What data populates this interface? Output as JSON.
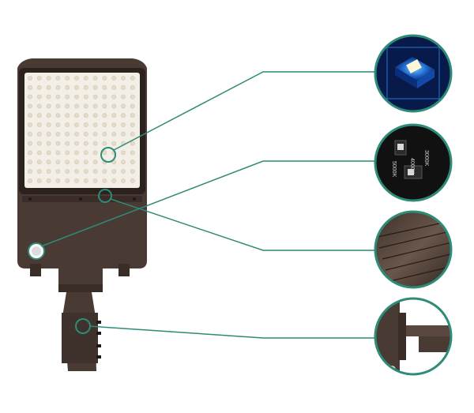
{
  "product": {
    "body_color": "#4a3a34",
    "led_panel_color": "#f3efe6",
    "accent_color": "#2e8b78"
  },
  "callouts": [
    {
      "name": "led-chip-detail",
      "icon": "led-chip-icon"
    },
    {
      "name": "cct-selector-detail",
      "icon": "selector-switch-icon",
      "texts": [
        "5000K",
        "4000K",
        "3000K"
      ]
    },
    {
      "name": "heatsink-fin-detail",
      "icon": "heatsink-icon"
    },
    {
      "name": "slip-fitter-mount-detail",
      "icon": "mount-bracket-icon"
    }
  ]
}
